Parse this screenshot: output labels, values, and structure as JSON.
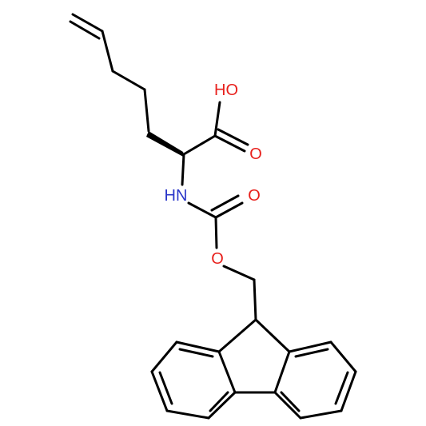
{
  "molecule": {
    "atoms": {
      "hydroxyl": {
        "label": "HO"
      },
      "carbonyl_acid": {
        "label": "O"
      },
      "amine": {
        "label": "HN"
      },
      "carbonyl_carbamate": {
        "label": "O"
      },
      "ester_oxygen": {
        "label": "O"
      }
    },
    "colors": {
      "bond": "#000000",
      "oxygen": "#e8201c",
      "nitrogen": "#2a36c9"
    }
  }
}
